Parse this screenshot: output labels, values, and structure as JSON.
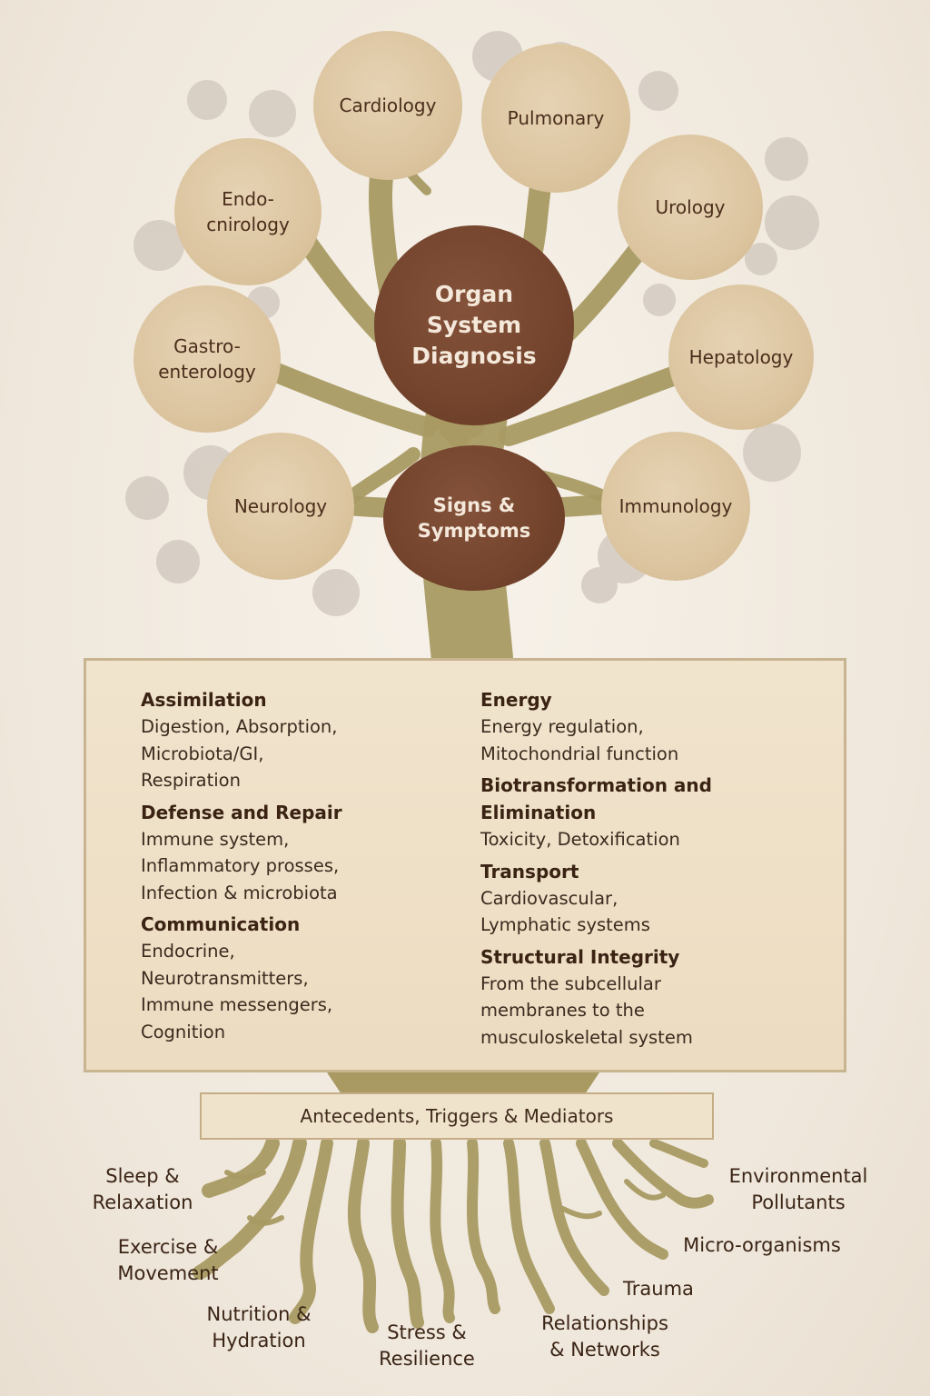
{
  "tree": {
    "center_nodes": {
      "main": "Organ\nSystem\nDiagnosis",
      "sub": "Signs &\nSymptoms"
    },
    "organ_nodes": [
      {
        "id": "cardiology",
        "label": "Cardiology"
      },
      {
        "id": "pulmonary",
        "label": "Pulmonary"
      },
      {
        "id": "endocrinology",
        "label": "Endo-\ncnirology"
      },
      {
        "id": "urology",
        "label": "Urology"
      },
      {
        "id": "gastroenterology",
        "label": "Gastro-\nenterology"
      },
      {
        "id": "hepatology",
        "label": "Hepatology"
      },
      {
        "id": "neurology",
        "label": "Neurology"
      },
      {
        "id": "immunology",
        "label": "Immunology"
      }
    ]
  },
  "functions": {
    "left": [
      {
        "title": "Assimilation",
        "description": "Digestion, Absorption,\nMicrobiota/GI,\nRespiration"
      },
      {
        "title": "Defense and Repair",
        "description": "Immune system,\nInflammatory prosses,\nInfection & microbiota"
      },
      {
        "title": "Communication",
        "description": "Endocrine,\nNeurotransmitters,\nImmune messengers,\nCognition"
      }
    ],
    "right": [
      {
        "title": "Energy",
        "description": "Energy regulation,\nMitochondrial function"
      },
      {
        "title": "Biotransformation and\nElimination",
        "description": "Toxicity, Detoxification"
      },
      {
        "title": "Transport",
        "description": "Cardiovascular,\nLymphatic systems"
      },
      {
        "title": "Structural Integrity",
        "description": "From the subcellular\nmembranes to the\nmusculoskeletal system"
      }
    ]
  },
  "antecedents": {
    "title": "Antecedents, Triggers & Mediators"
  },
  "roots": {
    "left": [
      {
        "id": "sleep",
        "label": "Sleep &\nRelaxation"
      },
      {
        "id": "exercise",
        "label": "Exercise &\nMovement"
      },
      {
        "id": "nutrition",
        "label": "Nutrition &\nHydration"
      },
      {
        "id": "stress",
        "label": "Stress &\nResilience"
      }
    ],
    "right": [
      {
        "id": "environmental",
        "label": "Environmental\nPollutants"
      },
      {
        "id": "microorganisms",
        "label": "Micro-organisms"
      },
      {
        "id": "trauma",
        "label": "Trauma"
      },
      {
        "id": "relationships",
        "label": "Relationships\n& Networks"
      }
    ]
  },
  "colors": {
    "trunk": "#a89a62",
    "organ_circle": "#dcc5a0",
    "center_circle": "#74442d",
    "background": "#f3ede4",
    "dots": "#cfc6bc"
  }
}
